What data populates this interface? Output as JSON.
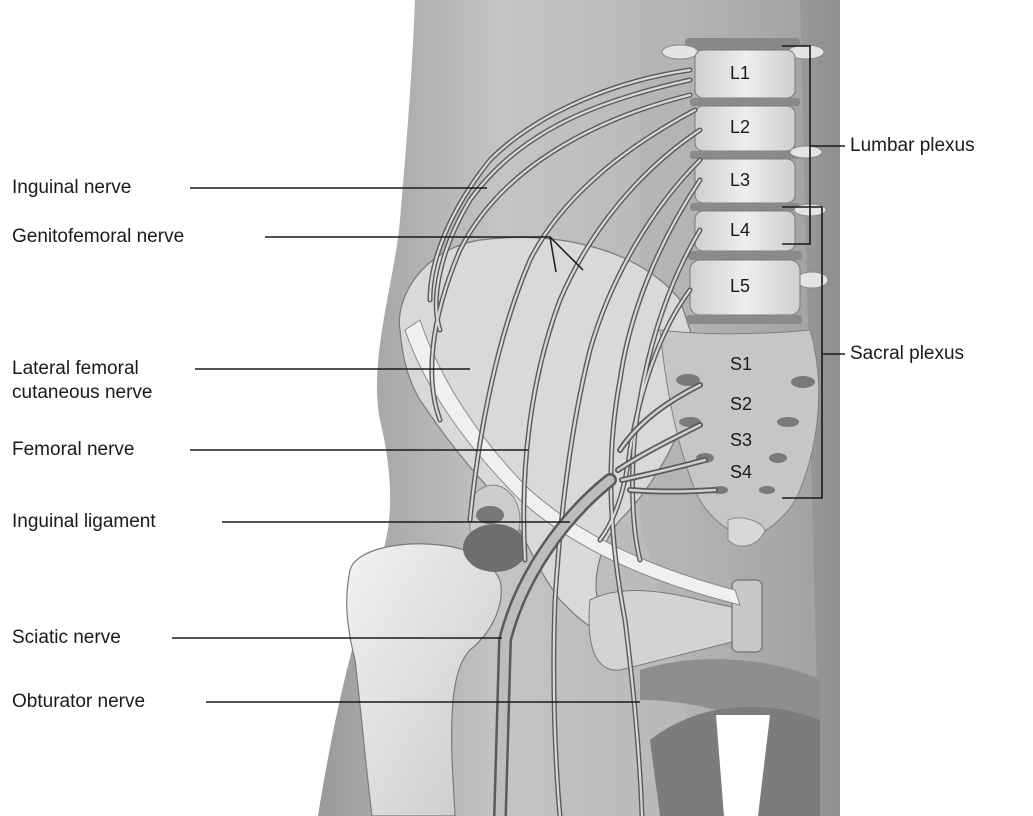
{
  "labels": {
    "inguinal_nerve": "Inguinal nerve",
    "genitofemoral_nerve": "Genitofemoral nerve",
    "lateral_femoral_line1": "Lateral femoral",
    "lateral_femoral_line2": "cutaneous nerve",
    "femoral_nerve": "Femoral nerve",
    "inguinal_ligament": "Inguinal ligament",
    "sciatic_nerve": "Sciatic nerve",
    "obturator_nerve": "Obturator nerve",
    "lumbar_plexus": "Lumbar plexus",
    "sacral_plexus": "Sacral plexus"
  },
  "vertebrae": {
    "l1": "L1",
    "l2": "L2",
    "l3": "L3",
    "l4": "L4",
    "l5": "L5",
    "s1": "S1",
    "s2": "S2",
    "s3": "S3",
    "s4": "S4"
  }
}
